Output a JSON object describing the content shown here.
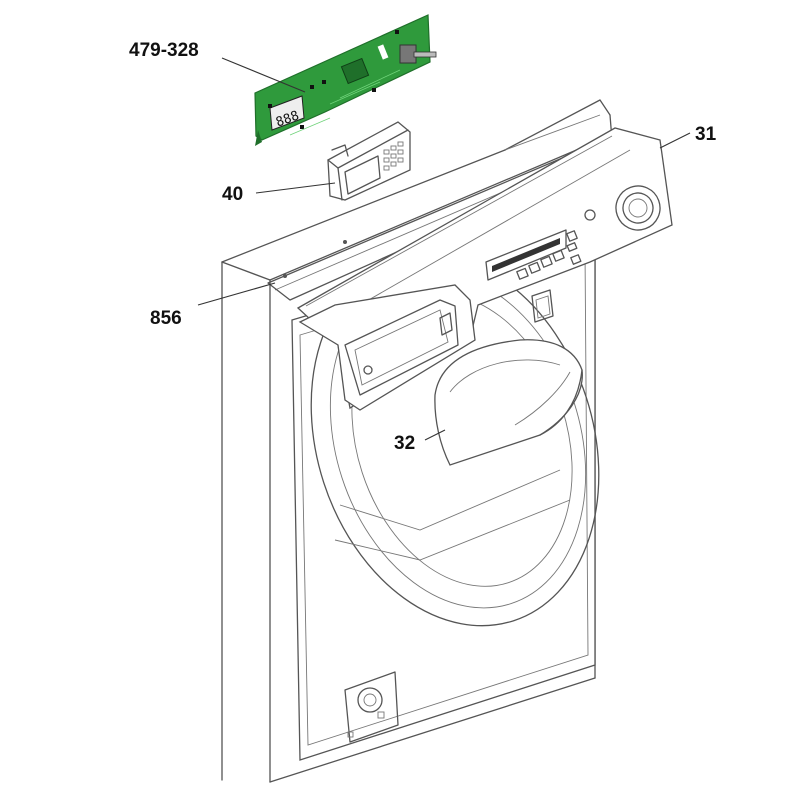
{
  "diagram": {
    "parts": [
      {
        "id": "pcb",
        "callout": "479-328"
      },
      {
        "id": "display-module",
        "callout": "40"
      },
      {
        "id": "top-frame",
        "callout": "856"
      },
      {
        "id": "control-panel",
        "callout": "31"
      },
      {
        "id": "door-handle",
        "callout": "32"
      }
    ],
    "colors": {
      "pcb_green": "#2f9a3c",
      "pcb_dark": "#1f6f2a",
      "line": "#555555",
      "label": "#111111"
    }
  }
}
